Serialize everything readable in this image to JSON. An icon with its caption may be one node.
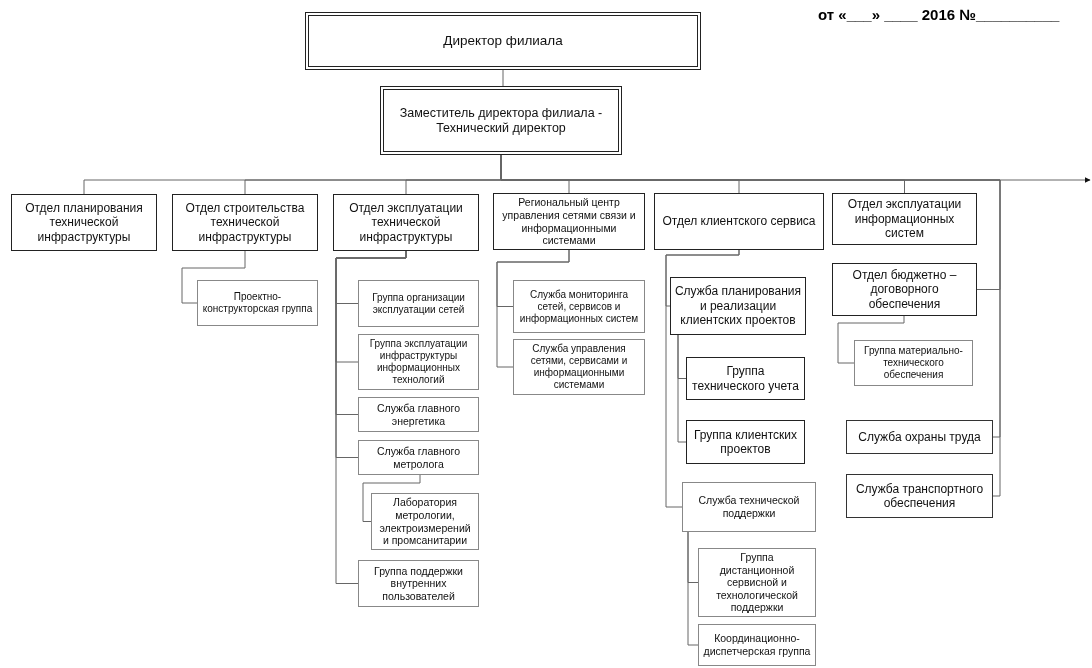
{
  "diagram": {
    "nodes": [
      {
        "text": [
          "Директор филиала"
        ]
      },
      {
        "text": [
          "Заместитель директора филиала - Технический директор"
        ]
      },
      {
        "text": [
          "Отдел планирования технической инфраструктуры"
        ]
      },
      {
        "text": [
          "Отдел строительства технической инфраструктуры"
        ]
      },
      {
        "text": [
          "Отдел эксплуатации технической инфраструктуры"
        ]
      },
      {
        "text": [
          "Региональный центр управления сетями связи и информационными системами"
        ]
      },
      {
        "text": [
          "Отдел клиентского сервиса"
        ]
      },
      {
        "text": [
          "Отдел эксплуатации информационных систем"
        ]
      },
      {
        "text": [
          "Проектно-конструкторская группа"
        ]
      },
      {
        "text": [
          "Группа организации эксплуатации сетей"
        ]
      },
      {
        "text": [
          "Группа эксплуатации инфраструктуры информационных технологий"
        ]
      },
      {
        "text": [
          "Служба главного энергетика"
        ]
      },
      {
        "text": [
          "Служба главного метролога"
        ]
      },
      {
        "text": [
          "Лаборатория метрологии, электроизмерений и промсанитарии"
        ]
      },
      {
        "text": [
          "Группа поддержки внутренних пользователей"
        ]
      },
      {
        "text": [
          "Служба мониторинга сетей, сервисов и информационных систем"
        ]
      },
      {
        "text": [
          "Служба управления сетями, сервисами и информационными системами"
        ]
      },
      {
        "text": [
          "Служба планирования и реализации клиентских проектов"
        ]
      },
      {
        "text": [
          "Группа технического учета"
        ]
      },
      {
        "text": [
          "Группа клиентских проектов"
        ]
      },
      {
        "text": [
          "Служба технической поддержки"
        ]
      },
      {
        "text": [
          "Группа дистанционной сервисной и технологической поддержки"
        ]
      },
      {
        "text": [
          "Координационно-диспетчерская группа"
        ]
      },
      {
        "text": [
          "Отдел бюджетно – договорного обеспечения"
        ]
      },
      {
        "text": [
          "Группа материально-технического обеспечения"
        ]
      },
      {
        "text": [
          "Служба охраны труда"
        ]
      },
      {
        "text": [
          "Служба транспортного обеспечения"
        ]
      }
    ],
    "edges": [
      {
        "from": 0,
        "to": 1,
        "arrow": "none"
      },
      {
        "from": 1,
        "to": 2,
        "arrow": "none"
      },
      {
        "from": 1,
        "to": 3,
        "arrow": "none"
      },
      {
        "from": 1,
        "to": 4,
        "arrow": "none"
      },
      {
        "from": 1,
        "to": 5,
        "arrow": "none"
      },
      {
        "from": 1,
        "to": 6,
        "arrow": "none"
      },
      {
        "from": 1,
        "to": 7,
        "arrow": "none"
      },
      {
        "from": 1,
        "to": 23,
        "arrow": "none"
      },
      {
        "from": 1,
        "to": 25,
        "arrow": "none"
      },
      {
        "from": 1,
        "to": 26,
        "arrow": "none"
      },
      {
        "from": 1,
        "to": null,
        "arrow": "to"
      },
      {
        "from": 3,
        "to": 8,
        "arrow": "none"
      },
      {
        "from": 4,
        "to": 9,
        "arrow": "none"
      },
      {
        "from": 4,
        "to": 10,
        "arrow": "none"
      },
      {
        "from": 4,
        "to": 11,
        "arrow": "none"
      },
      {
        "from": 4,
        "to": 12,
        "arrow": "none"
      },
      {
        "from": 12,
        "to": 13,
        "arrow": "none"
      },
      {
        "from": 4,
        "to": 14,
        "arrow": "none"
      },
      {
        "from": 5,
        "to": 15,
        "arrow": "none"
      },
      {
        "from": 5,
        "to": 16,
        "arrow": "none"
      },
      {
        "from": 6,
        "to": 17,
        "arrow": "none"
      },
      {
        "from": 17,
        "to": 18,
        "arrow": "none"
      },
      {
        "from": 17,
        "to": 19,
        "arrow": "none"
      },
      {
        "from": 6,
        "to": 20,
        "arrow": "none"
      },
      {
        "from": 20,
        "to": 21,
        "arrow": "none"
      },
      {
        "from": 20,
        "to": 22,
        "arrow": "none"
      },
      {
        "from": 23,
        "to": 24,
        "arrow": "none"
      }
    ],
    "labels": [
      "от «___» ____ 2016 №__________"
    ]
  }
}
